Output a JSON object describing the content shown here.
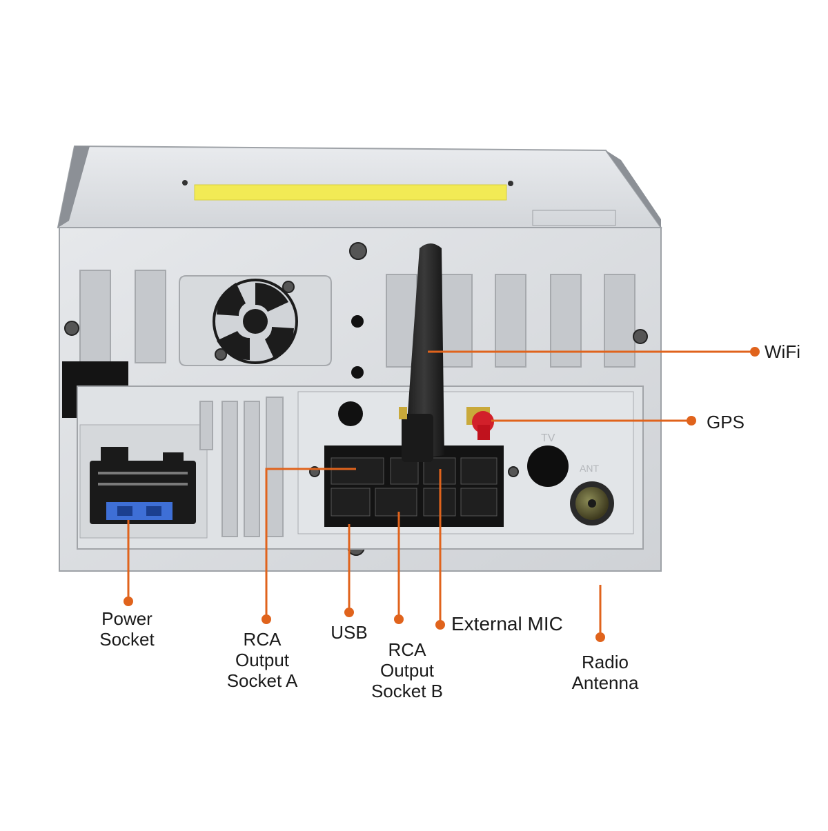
{
  "accent_color": "#e0631c",
  "device": {
    "name": "double-din car stereo rear panel",
    "fan_icon": "fan-icon"
  },
  "labels": {
    "wifi": {
      "text": "WiFi"
    },
    "gps": {
      "text": "GPS"
    },
    "power_socket": {
      "line1": "Power",
      "line2": "Socket"
    },
    "rca_a": {
      "line1": "RCA",
      "line2": "Output",
      "line3": "Socket A"
    },
    "usb": {
      "text": "USB"
    },
    "rca_b": {
      "line1": "RCA",
      "line2": "Output",
      "line3": "Socket B"
    },
    "external_mic": {
      "text": "External MIC"
    },
    "radio_antenna": {
      "line1": "Radio",
      "line2": "Antenna"
    }
  },
  "panel_marks": {
    "tv": "TV",
    "ant": "ANT"
  }
}
